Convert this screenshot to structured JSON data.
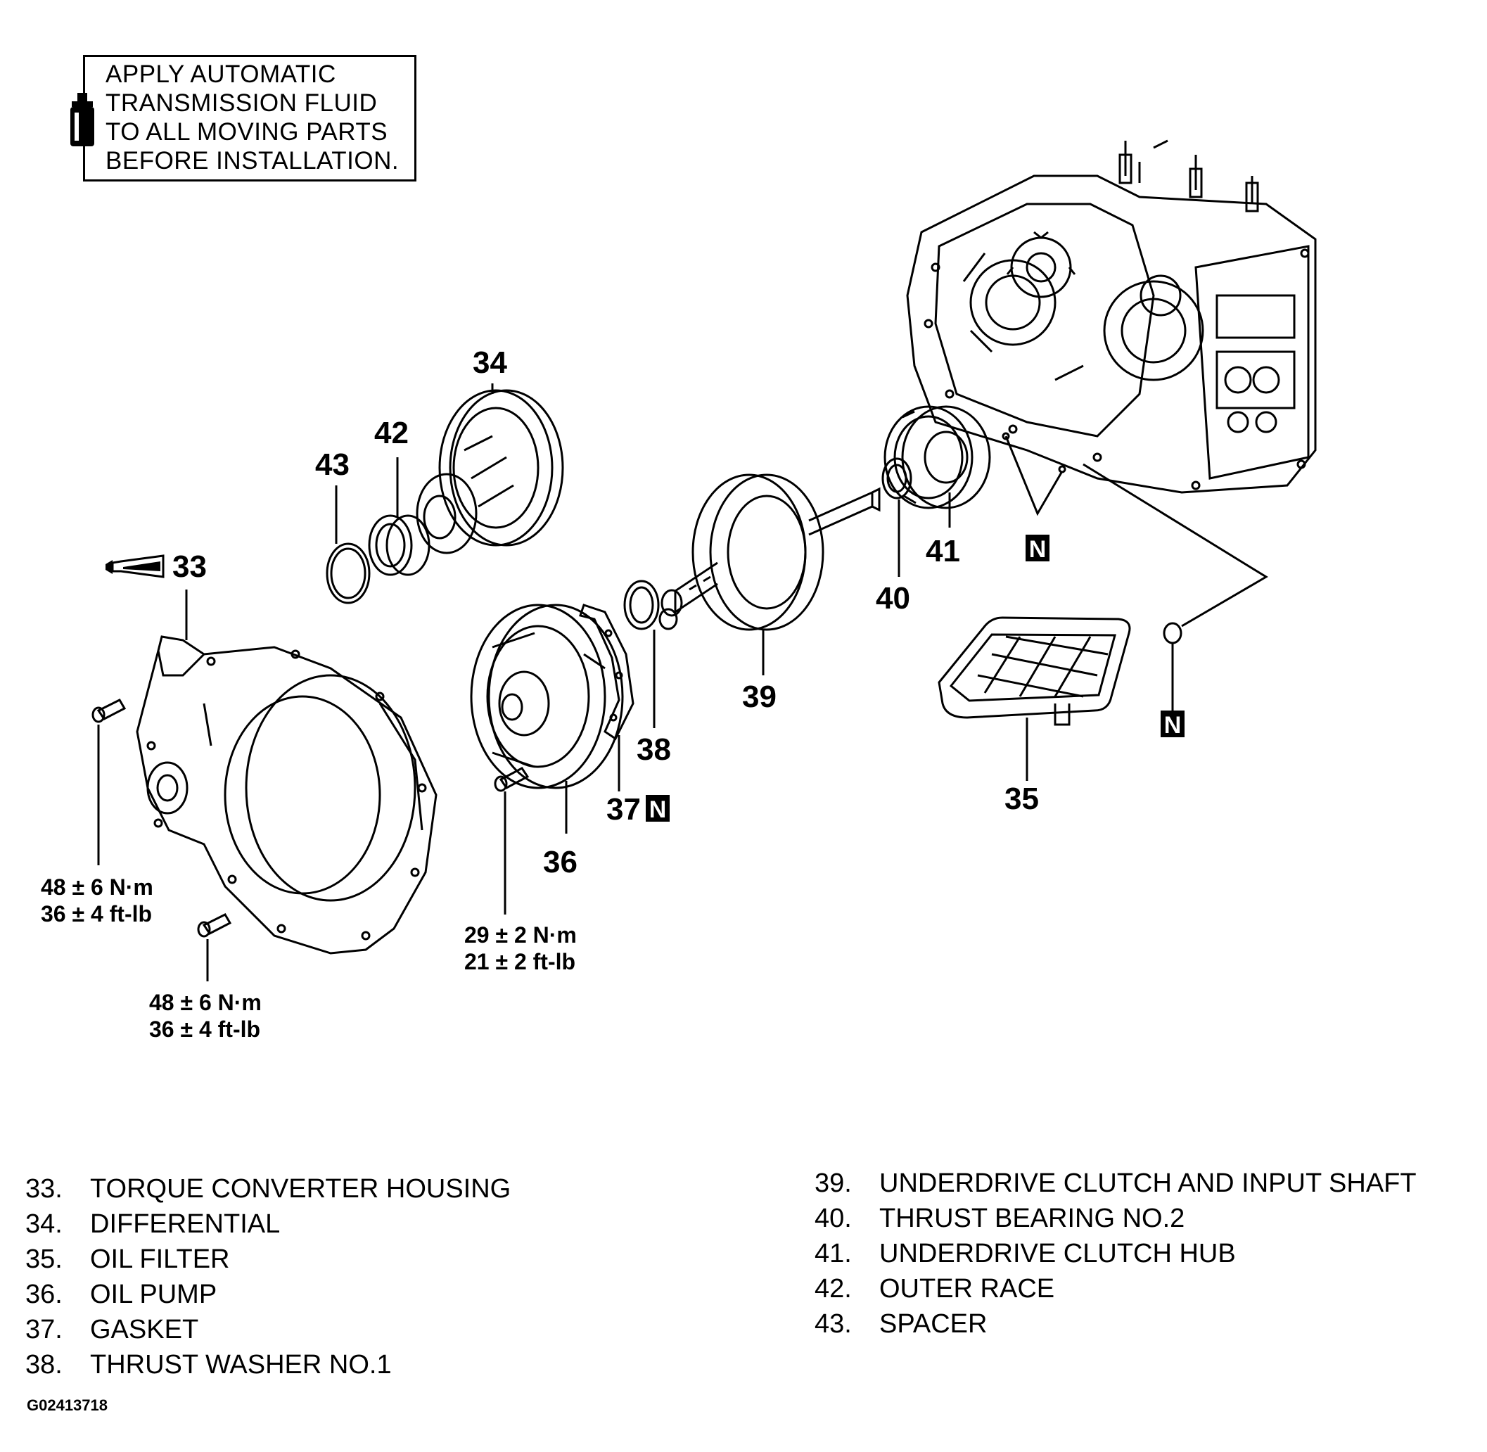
{
  "note": {
    "lines": [
      "APPLY AUTOMATIC",
      "TRANSMISSION FLUID",
      "TO ALL MOVING PARTS",
      "BEFORE INSTALLATION."
    ],
    "icon": "fluid-bottle-icon"
  },
  "callouts": {
    "c33": "33",
    "c34": "34",
    "c35": "35",
    "c36": "36",
    "c37": "37",
    "c38": "38",
    "c39": "39",
    "c40": "40",
    "c41": "41",
    "c42": "42",
    "c43": "43",
    "replace_marker": "N"
  },
  "torque": {
    "left_bolt": [
      "48 ± 6 N·m",
      "36 ± 4 ft-lb"
    ],
    "lower_bolt": [
      "48 ± 6 N·m",
      "36 ± 4 ft-lb"
    ],
    "pump_bolt": [
      "29 ± 2 N·m",
      "21 ± 2 ft-lb"
    ]
  },
  "legend": {
    "left": [
      {
        "num": "33.",
        "label": "TORQUE CONVERTER HOUSING"
      },
      {
        "num": "34.",
        "label": "DIFFERENTIAL"
      },
      {
        "num": "35.",
        "label": "OIL FILTER"
      },
      {
        "num": "36.",
        "label": "OIL PUMP"
      },
      {
        "num": "37.",
        "label": "GASKET"
      },
      {
        "num": "38.",
        "label": "THRUST WASHER NO.1"
      }
    ],
    "right": [
      {
        "num": "39.",
        "label": "UNDERDRIVE CLUTCH AND INPUT SHAFT"
      },
      {
        "num": "40.",
        "label": "THRUST BEARING NO.2"
      },
      {
        "num": "41.",
        "label": "UNDERDRIVE CLUTCH HUB"
      },
      {
        "num": "42.",
        "label": "OUTER RACE"
      },
      {
        "num": "43.",
        "label": "SPACER"
      }
    ]
  },
  "figure_code": "G02413718"
}
